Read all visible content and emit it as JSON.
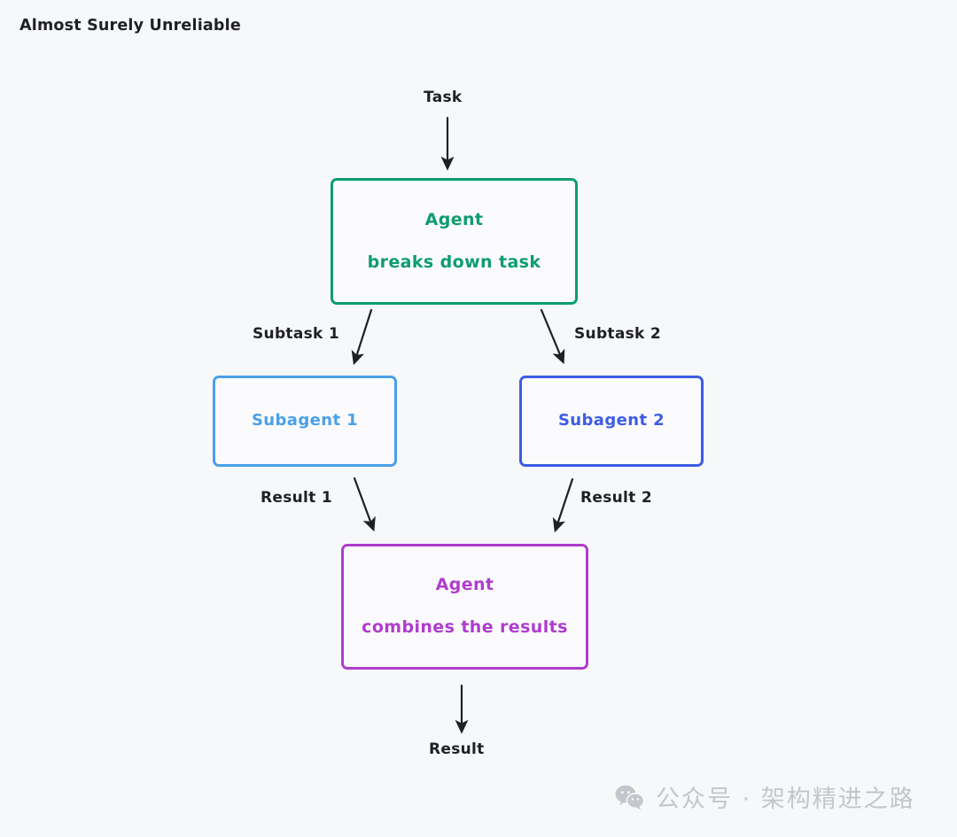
{
  "title": "Almost Surely Unreliable",
  "background_color": "#f7f8fa",
  "diagram": {
    "type": "flowchart",
    "direction": "top-to-bottom",
    "nodes": [
      {
        "id": "agent-top",
        "line_1": "Agent",
        "line_2": "breaks down task",
        "color": "#0c9d6e",
        "shape": "rounded-rectangle"
      },
      {
        "id": "subagent-1",
        "label": "Subagent 1",
        "color": "#4aa0e8",
        "shape": "rounded-rectangle"
      },
      {
        "id": "subagent-2",
        "label": "Subagent 2",
        "color": "#3d5ce4",
        "shape": "rounded-rectangle"
      },
      {
        "id": "agent-bottom",
        "line_1": "Agent",
        "line_2": "combines the results",
        "color": "#b03ccd",
        "shape": "rounded-rectangle"
      }
    ],
    "endpoints": {
      "input_label": "Task",
      "output_label": "Result"
    },
    "edge_labels": {
      "subtask_1": "Subtask 1",
      "subtask_2": "Subtask 2",
      "result_1": "Result 1",
      "result_2": "Result 2"
    },
    "arrow_color": "#1f2023"
  },
  "watermark": {
    "icon": "wechat-icon",
    "text": "公众号 · 架构精进之路",
    "color": "#c3c6cc"
  }
}
